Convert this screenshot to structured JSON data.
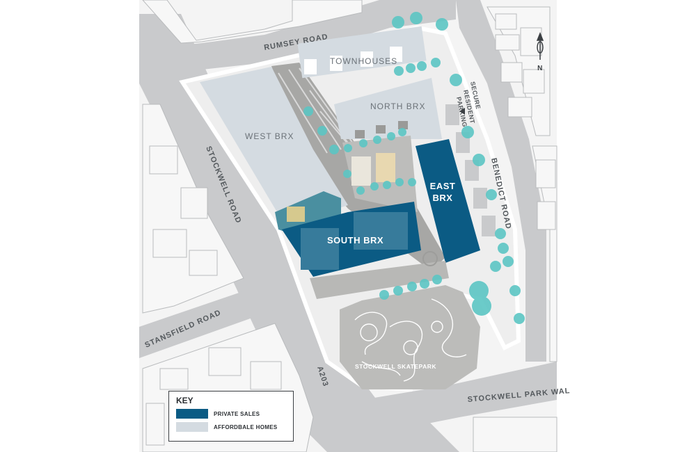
{
  "compass": {
    "label": "N"
  },
  "roads": {
    "rumsey": "RUMSEY ROAD",
    "stockwell": "STOCKWELL ROAD",
    "stansfield": "STANSFIELD ROAD",
    "a203": "A203",
    "benedict": "BENEDICT ROAD",
    "stockwell_park": "STOCKWELL PARK WAL"
  },
  "buildings": {
    "townhouses": "TOWNHOUSES",
    "north_brx": "NORTH BRX",
    "west_brx": "WEST BRX",
    "east_brx_line1": "EAST",
    "east_brx_line2": "BRX",
    "south_brx": "SOUTH BRX",
    "skatepark": "STOCKWELL SKATEPARK",
    "parking_line1": "SECURE",
    "parking_line2": "RESIDENT",
    "parking_line3": "PARKING"
  },
  "key": {
    "title": "KEY",
    "items": [
      {
        "label": "PRIVATE SALES",
        "color": "#0b5b84"
      },
      {
        "label": "AFFORDBALE HOMES",
        "color": "#d4dbe1"
      }
    ]
  },
  "colors": {
    "road": "#c9cacc",
    "plot": "#f2f2f2",
    "private": "#0b5b84",
    "affordable": "#d4dbe1",
    "tree": "#5cc6c4"
  }
}
